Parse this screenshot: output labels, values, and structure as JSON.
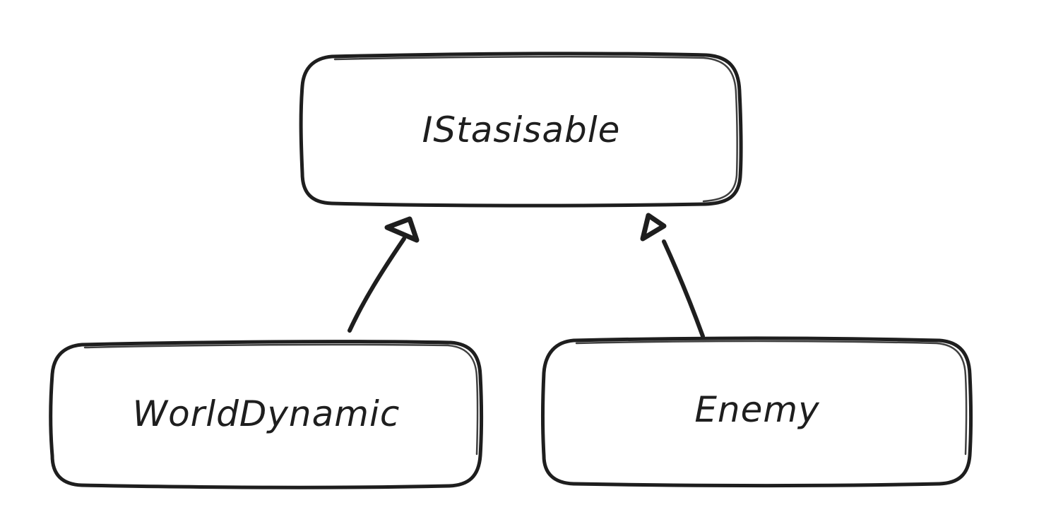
{
  "diagram": {
    "nodes": {
      "parent": {
        "label": "IStasisable"
      },
      "left_child": {
        "label": "WorldDynamic"
      },
      "right_child": {
        "label": "Enemy"
      }
    },
    "edges": [
      {
        "from": "WorldDynamic",
        "to": "IStasisable",
        "type": "inheritance"
      },
      {
        "from": "Enemy",
        "to": "IStasisable",
        "type": "inheritance"
      }
    ],
    "stroke_color": "#1e1e1e",
    "background_color": "#ffffff"
  }
}
